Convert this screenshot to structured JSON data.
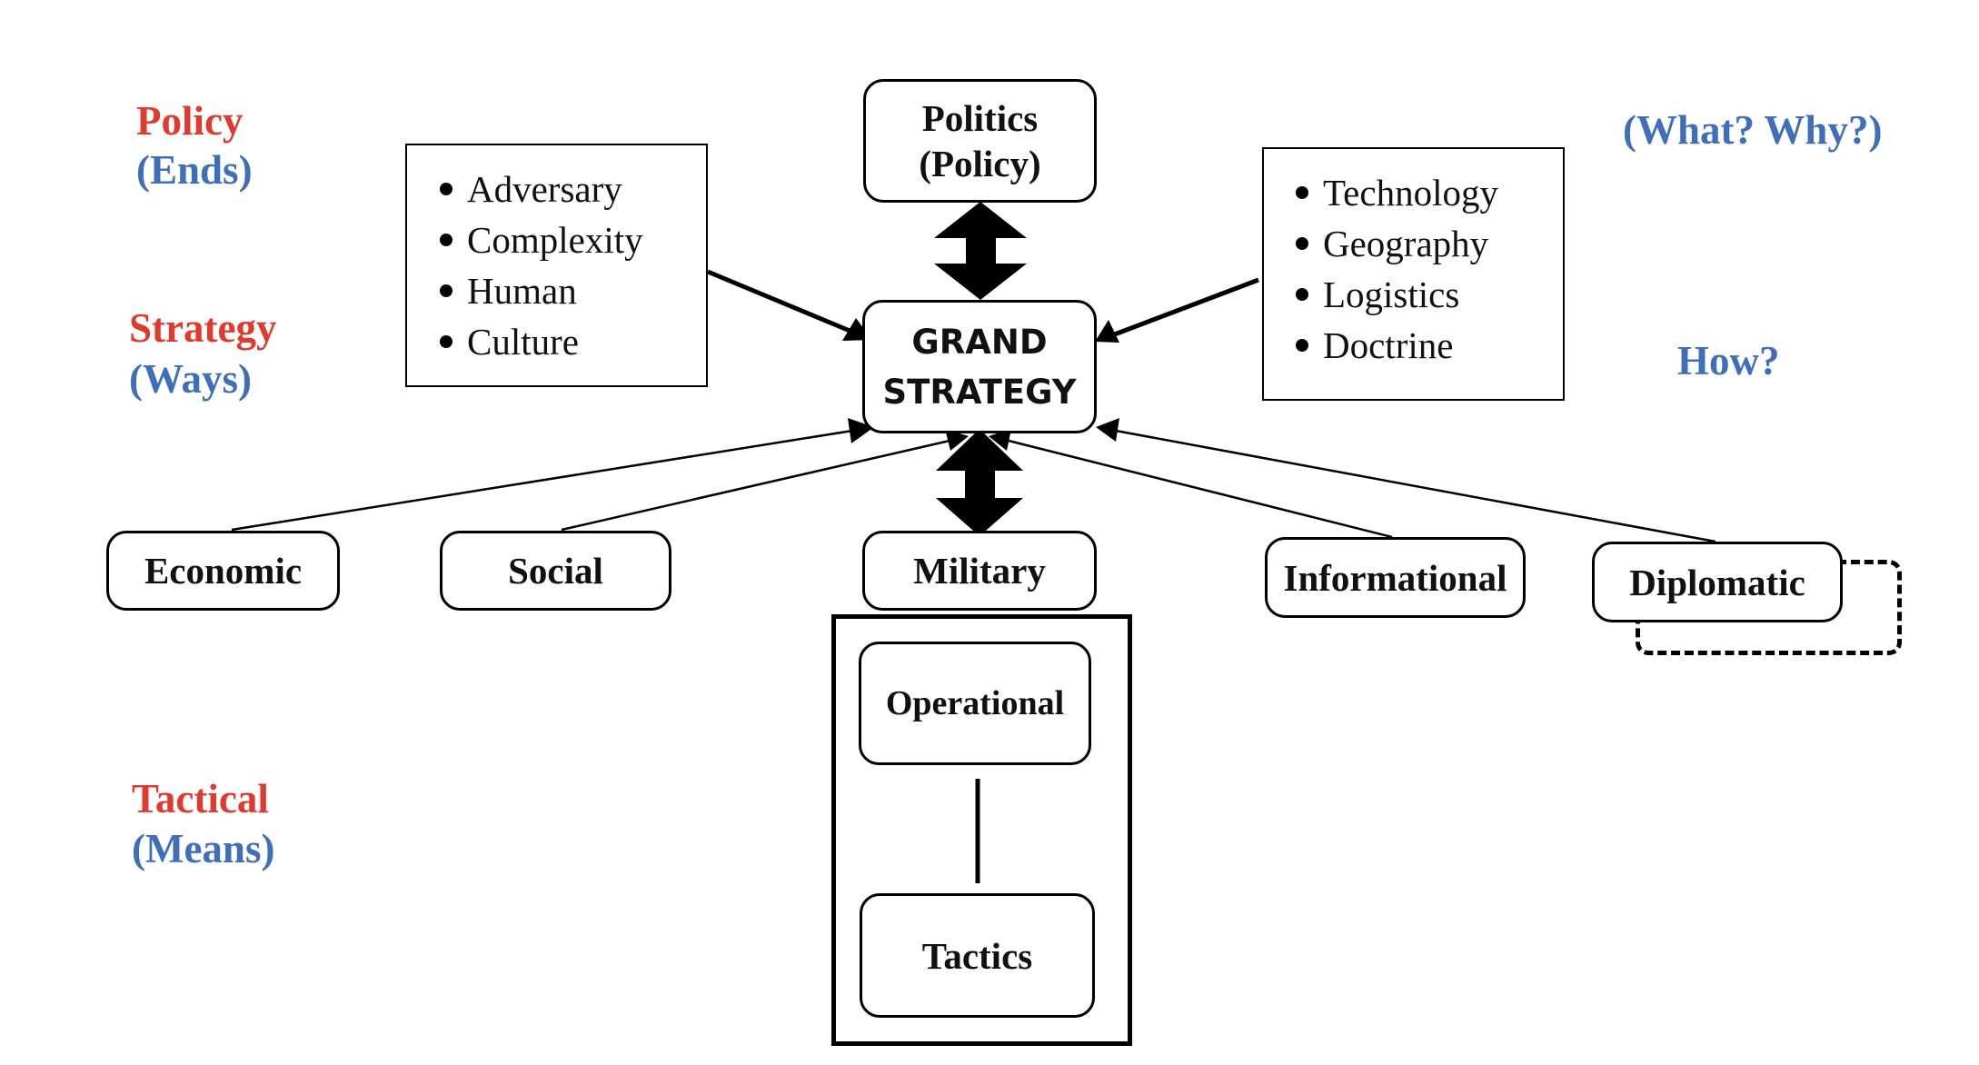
{
  "left_labels": {
    "policy": "Policy",
    "ends": "(Ends)",
    "strategy": "Strategy",
    "ways": "(Ways)",
    "tactical": "Tactical",
    "means": "(Means)"
  },
  "right_labels": {
    "what_why": "(What? Why?)",
    "how": "How?"
  },
  "nodes": {
    "politics_line1": "Politics",
    "politics_line2": "(Policy)",
    "grand_line1": "GRAND",
    "grand_line2": "STRATEGY",
    "economic": "Economic",
    "social": "Social",
    "military": "Military",
    "informational": "Informational",
    "diplomatic": "Diplomatic",
    "operational": "Operational",
    "tactics": "Tactics"
  },
  "left_factors": [
    "Adversary",
    "Complexity",
    "Human",
    "Culture"
  ],
  "right_factors": [
    "Technology",
    "Geography",
    "Logistics",
    "Doctrine"
  ],
  "colors": {
    "red_label": "#e03a2f",
    "blue_label": "#3f6fb8",
    "stroke": "#000000"
  }
}
